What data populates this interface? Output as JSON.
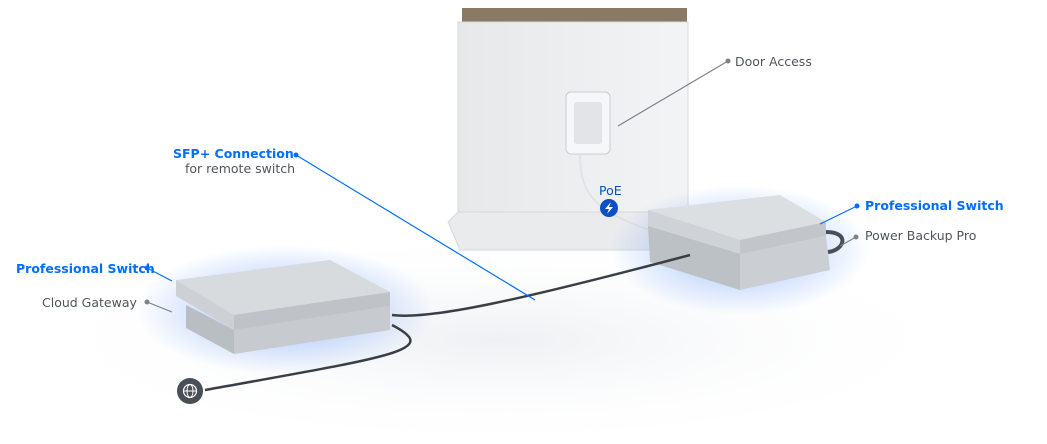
{
  "labels": {
    "door_access": "Door Access",
    "sfp_title": "SFP+ Connection",
    "sfp_subtitle": "for remote switch",
    "poe": "PoE",
    "pro_switch_right": "Professional Switch",
    "power_backup": "Power Backup Pro",
    "pro_switch_left": "Professional Switch",
    "cloud_gateway": "Cloud Gateway"
  },
  "icons": {
    "poe": "lightning-bolt-icon",
    "internet": "globe-icon"
  },
  "colors": {
    "accent": "#006fff",
    "text": "#50565e",
    "cable": "#3a3f45"
  }
}
